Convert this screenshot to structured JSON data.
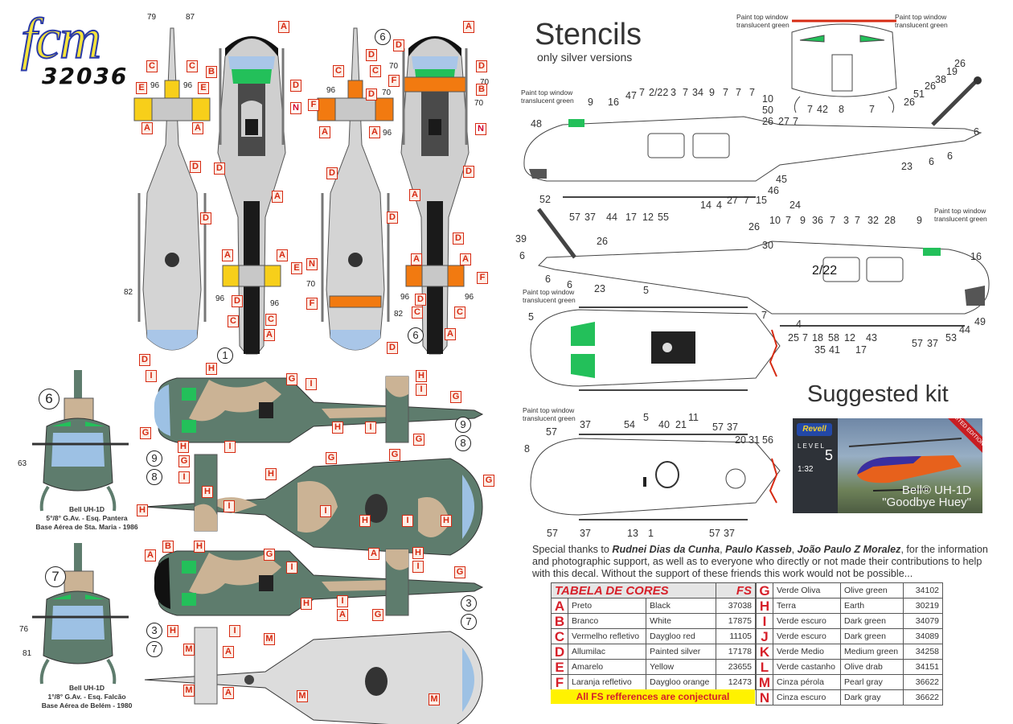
{
  "logo": {
    "brand": "fcm",
    "kit_number": "32036"
  },
  "colors": {
    "label_red": "#d62a12",
    "silver": "#c9c9c9",
    "black": "#1a1a1a",
    "yellow": "#f7cf1a",
    "orange": "#f27a10",
    "olive_green": "#5e7c6d",
    "earth": "#cbb395",
    "window_green": "#23c05a",
    "glass_blue": "#9dc1e4",
    "pearl_gray": "#dcdcdc",
    "dark_gray": "#4a4a4a",
    "highlight_yellow": "#fff200"
  },
  "profiles": {
    "silver_top_1": {
      "tail_numbers": [
        "79",
        "87"
      ],
      "wing_numbers": [
        "96",
        "96"
      ],
      "number_82": "82",
      "labels": [
        "C",
        "C",
        "E",
        "E",
        "A",
        "A",
        "D",
        "D",
        "D",
        "D",
        "A",
        "A",
        "E",
        "96",
        "96",
        "D",
        "D",
        "C",
        "C",
        "A"
      ],
      "option_mark": "1"
    },
    "silver_bottom_1": {
      "labels": [
        "A",
        "B",
        "D",
        "N",
        "D",
        "A",
        "A",
        "A"
      ]
    },
    "silver_top_6": {
      "labels": [
        "D",
        "C",
        "C",
        "F",
        "D",
        "A",
        "A",
        "D",
        "D",
        "D",
        "A",
        "A",
        "F",
        "D",
        "C",
        "C",
        "A"
      ],
      "numbers": [
        "96",
        "96",
        "96",
        "96"
      ],
      "option_mark": "6"
    },
    "silver_bottom_6": {
      "labels": [
        "A",
        "D",
        "D",
        "F",
        "B",
        "N",
        "D",
        "D",
        "A",
        "N",
        "F",
        "D",
        "A",
        "D"
      ],
      "numbers": [
        "70",
        "70",
        "70",
        "70",
        "70",
        "82"
      ],
      "option_mark": "6"
    },
    "camo_6": {
      "option_mark": "6",
      "front_number": "63",
      "caption": [
        "Bell UH-1D",
        "5°/8° G.Av. - Esq. Pantera",
        "Base Aérea de Sta. Maria - 1986"
      ],
      "top_labels": [
        "I",
        "H",
        "G",
        "I",
        "G",
        "H",
        "I",
        "H",
        "I",
        "G",
        "G"
      ],
      "bottom_labels": [
        "G",
        "I",
        "H",
        "G",
        "G",
        "G",
        "I",
        "H",
        "H",
        "I",
        "H"
      ],
      "option_marks": [
        "9",
        "8",
        "9",
        "8"
      ]
    },
    "camo_7": {
      "option_mark": "7",
      "front_numbers": [
        "76",
        "81"
      ],
      "caption": [
        "Bell UH-1D",
        "1°/8° G.Av. - Esq. Falcão",
        "Base Aérea de Belém - 1980"
      ],
      "top_labels": [
        "A",
        "B",
        "H",
        "G",
        "I",
        "H",
        "A",
        "H",
        "I",
        "G",
        "I",
        "A",
        "G",
        "H",
        "I"
      ],
      "bottom_labels": [
        "M",
        "A",
        "M",
        "M",
        "A",
        "M",
        "M"
      ],
      "option_marks": [
        "3",
        "7",
        "3",
        "7"
      ]
    }
  },
  "stencils": {
    "title": "Stencils",
    "subtitle": "only silver versions",
    "paint_note": [
      "Paint top window",
      "translucent green"
    ],
    "front_view_numbers": [
      "7",
      "42",
      "8",
      "7"
    ],
    "tail_boom_numbers": [
      "26",
      "19",
      "38",
      "26",
      "51",
      "26",
      "6",
      "6",
      "23",
      "6"
    ],
    "side1_numbers_top": [
      "9",
      "16",
      "47",
      "7",
      "2/22",
      "3",
      "7",
      "34",
      "9",
      "7",
      "7",
      "7",
      "10",
      "50",
      "26",
      "27",
      "7"
    ],
    "side1_numbers_left": [
      "48"
    ],
    "side1_numbers_bottom": [
      "57",
      "37",
      "44",
      "17",
      "12",
      "55",
      "14",
      "4",
      "27",
      "7",
      "15",
      "46",
      "45"
    ],
    "side2_numbers_top": [
      "52",
      "26",
      "10",
      "7",
      "9",
      "36",
      "7",
      "3",
      "7",
      "32",
      "28",
      "9",
      "24",
      "26",
      "30",
      "16"
    ],
    "side2_numbers_left": [
      "39",
      "6",
      "6",
      "6",
      "23"
    ],
    "side2_door_number": "2/22",
    "side2_numbers_bottom": [
      "7",
      "4",
      "25",
      "7",
      "18",
      "35",
      "41",
      "58",
      "12",
      "43",
      "17",
      "57",
      "37",
      "53",
      "44",
      "49"
    ],
    "top_view_numbers": [
      "5",
      "5",
      "5",
      "11"
    ],
    "bottom_view_numbers": [
      "57",
      "37",
      "54",
      "40",
      "21",
      "57",
      "37",
      "20",
      "31",
      "56",
      "8",
      "57",
      "37",
      "13",
      "1",
      "57",
      "37"
    ]
  },
  "suggested_kit": {
    "title": "Suggested kit",
    "brand": "Revell",
    "level_text": "LEVEL",
    "level_number": "5",
    "scale": "1:32",
    "product_name": [
      "Bell® UH-1D",
      "\"Goodbye Huey\""
    ],
    "ribbon": "LIMITED EDITION"
  },
  "thanks": {
    "prefix": "Special thanks to ",
    "names": [
      "Rudnei Dias da Cunha",
      "Paulo Kasseb",
      "João Paulo Z Moralez"
    ],
    "sep1": ", ",
    "sep2": ", ",
    "suffix": ", for the information and photographic support, as well as to everyone who directly or not made their contributions to help with this decal. Without the support of these friends this work would not be possible..."
  },
  "color_table": {
    "title": "TABELA DE CORES",
    "fs_header": "FS",
    "footer": "All FS refferences are conjectural",
    "left": [
      {
        "letter": "A",
        "pt": "Preto",
        "en": "Black",
        "fs": "37038"
      },
      {
        "letter": "B",
        "pt": "Branco",
        "en": "White",
        "fs": "17875"
      },
      {
        "letter": "C",
        "pt": "Vermelho refletivo",
        "en": "Daygloo red",
        "fs": "11105"
      },
      {
        "letter": "D",
        "pt": "Allumilac",
        "en": "Painted silver",
        "fs": "17178"
      },
      {
        "letter": "E",
        "pt": "Amarelo",
        "en": "Yellow",
        "fs": "23655"
      },
      {
        "letter": "F",
        "pt": "Laranja refletivo",
        "en": "Daygloo orange",
        "fs": "12473"
      }
    ],
    "right": [
      {
        "letter": "G",
        "pt": "Verde Oliva",
        "en": "Olive green",
        "fs": "34102"
      },
      {
        "letter": "H",
        "pt": "Terra",
        "en": "Earth",
        "fs": "30219"
      },
      {
        "letter": "I",
        "pt": "Verde escuro",
        "en": "Dark green",
        "fs": "34079"
      },
      {
        "letter": "J",
        "pt": "Verde escuro",
        "en": "Dark green",
        "fs": "34089"
      },
      {
        "letter": "K",
        "pt": "Verde Medio",
        "en": "Medium green",
        "fs": "34258"
      },
      {
        "letter": "L",
        "pt": "Verde castanho",
        "en": "Olive drab",
        "fs": "34151"
      },
      {
        "letter": "M",
        "pt": "Cinza pérola",
        "en": "Pearl gray",
        "fs": "36622"
      },
      {
        "letter": "N",
        "pt": "Cinza escuro",
        "en": "Dark gray",
        "fs": "36622"
      }
    ]
  }
}
